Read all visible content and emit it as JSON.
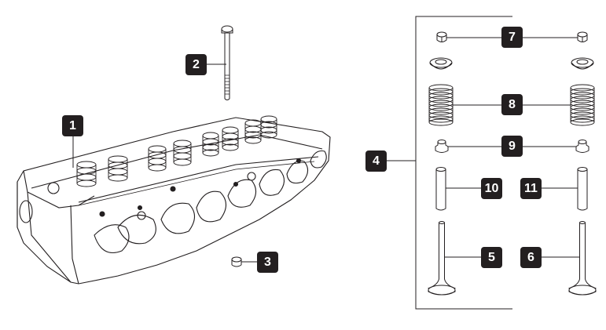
{
  "diagram": {
    "callouts": [
      {
        "id": "1",
        "label": "1",
        "part": "cylinder-head"
      },
      {
        "id": "2",
        "label": "2",
        "part": "head-bolt"
      },
      {
        "id": "3",
        "label": "3",
        "part": "dowel"
      },
      {
        "id": "4",
        "label": "4",
        "part": "valve-kit"
      },
      {
        "id": "5",
        "label": "5",
        "part": "intake-valve"
      },
      {
        "id": "6",
        "label": "6",
        "part": "exhaust-valve"
      },
      {
        "id": "7",
        "label": "7",
        "part": "valve-collets"
      },
      {
        "id": "8",
        "label": "8",
        "part": "valve-springs"
      },
      {
        "id": "9",
        "label": "9",
        "part": "valve-stem-seals"
      },
      {
        "id": "10",
        "label": "10",
        "part": "intake-valve-guide"
      },
      {
        "id": "11",
        "label": "11",
        "part": "exhaust-valve-guide"
      }
    ],
    "colors": {
      "badge": "#231f20",
      "badge_text": "#ffffff",
      "line": "#231f20"
    }
  }
}
